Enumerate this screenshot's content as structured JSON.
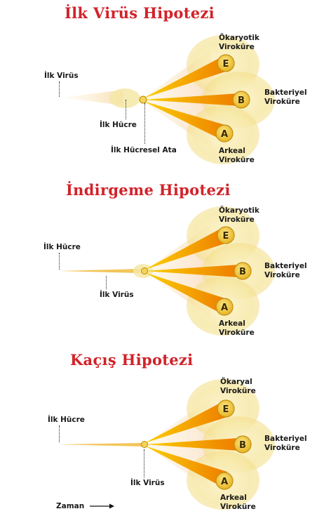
{
  "colors": {
    "title": "#d1232a",
    "branch_orange": "#f08a00",
    "circle_yellow": "#f3d35a",
    "glow_cream": "#f8edb8"
  },
  "icons": [
    "arrow-right-icon"
  ],
  "panels": [
    {
      "title": "İlk Virüs Hipotezi",
      "left_label": "İlk Virüs",
      "node_label": "İlk Hücre",
      "ancestor_label": "İlk Hücresel Ata",
      "branches": [
        {
          "letter": "E",
          "label_line1": "Ökaryotik",
          "label_line2": "Viroküre"
        },
        {
          "letter": "B",
          "label_line1": "Bakteriyel",
          "label_line2": "Viroküre"
        },
        {
          "letter": "A",
          "label_line1": "Arkeal",
          "label_line2": "Viroküre"
        }
      ]
    },
    {
      "title": "İndirgeme Hipotezi",
      "left_label": "İlk Hücre",
      "node_label": "İlk Virüs",
      "branches": [
        {
          "letter": "E",
          "label_line1": "Ökaryotik",
          "label_line2": "Viroküre"
        },
        {
          "letter": "B",
          "label_line1": "Bakteriyel",
          "label_line2": "Viroküre"
        },
        {
          "letter": "A",
          "label_line1": "Arkeal",
          "label_line2": "Viroküre"
        }
      ]
    },
    {
      "title": "Kaçış Hipotezi",
      "left_label": "İlk Hücre",
      "node_label": "İlk Virüs",
      "branches": [
        {
          "letter": "E",
          "label_line1": "Ökaryal",
          "label_line2": "Viroküre"
        },
        {
          "letter": "B",
          "label_line1": "Bakteriyel",
          "label_line2": "Viroküre"
        },
        {
          "letter": "A",
          "label_line1": "Arkeal",
          "label_line2": "Viroküre"
        }
      ]
    }
  ],
  "time_label": "Zaman"
}
